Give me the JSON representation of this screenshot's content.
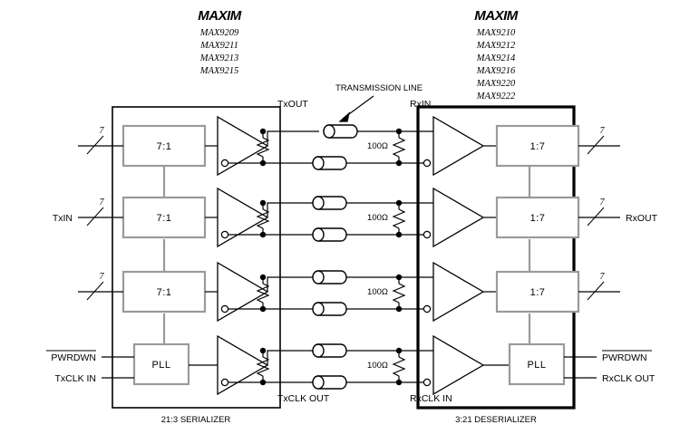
{
  "figure": {
    "title_left_brand": "MAXIM",
    "title_right_brand": "MAXIM",
    "transmission_line_note": "TRANSMISSION LINE"
  },
  "parts_left": [
    "MAX9209",
    "MAX9211",
    "MAX9213",
    "MAX9215"
  ],
  "parts_right": [
    "MAX9210",
    "MAX9212",
    "MAX9214",
    "MAX9216",
    "MAX9220",
    "MAX9222"
  ],
  "serializer": {
    "caption": "21:3 SERIALIZER",
    "blocks": [
      "7:1",
      "7:1",
      "7:1"
    ],
    "pll_label": "PLL",
    "inputs": [
      {
        "label": "",
        "bus": "7"
      },
      {
        "label": "TxIN",
        "bus": "7"
      },
      {
        "label": "",
        "bus": "7"
      }
    ],
    "control_inputs": [
      {
        "label": "PWRDWN",
        "overbar": true
      },
      {
        "label": "TxCLK IN",
        "overbar": false
      }
    ],
    "output_port_label": "TxOUT",
    "clock_port_label": "TxCLK OUT"
  },
  "deserializer": {
    "caption": "3:21 DESERIALIZER",
    "blocks": [
      "1:7",
      "1:7",
      "1:7"
    ],
    "pll_label": "PLL",
    "outputs": [
      {
        "label": "",
        "bus": "7"
      },
      {
        "label": "RxOUT",
        "bus": "7"
      },
      {
        "label": "",
        "bus": "7"
      }
    ],
    "control_outputs": [
      {
        "label": "PWRDWN",
        "overbar": true
      },
      {
        "label": "RxCLK OUT",
        "overbar": false
      }
    ],
    "input_port_label": "RxIN",
    "clock_port_label": "RxCLK IN"
  },
  "terminations": [
    {
      "value": "100Ω"
    },
    {
      "value": "100Ω"
    },
    {
      "value": "100Ω"
    },
    {
      "value": "100Ω"
    }
  ],
  "colors": {
    "wire": "#000000",
    "gray_block": "#9a9a9a",
    "background": "#ffffff"
  }
}
